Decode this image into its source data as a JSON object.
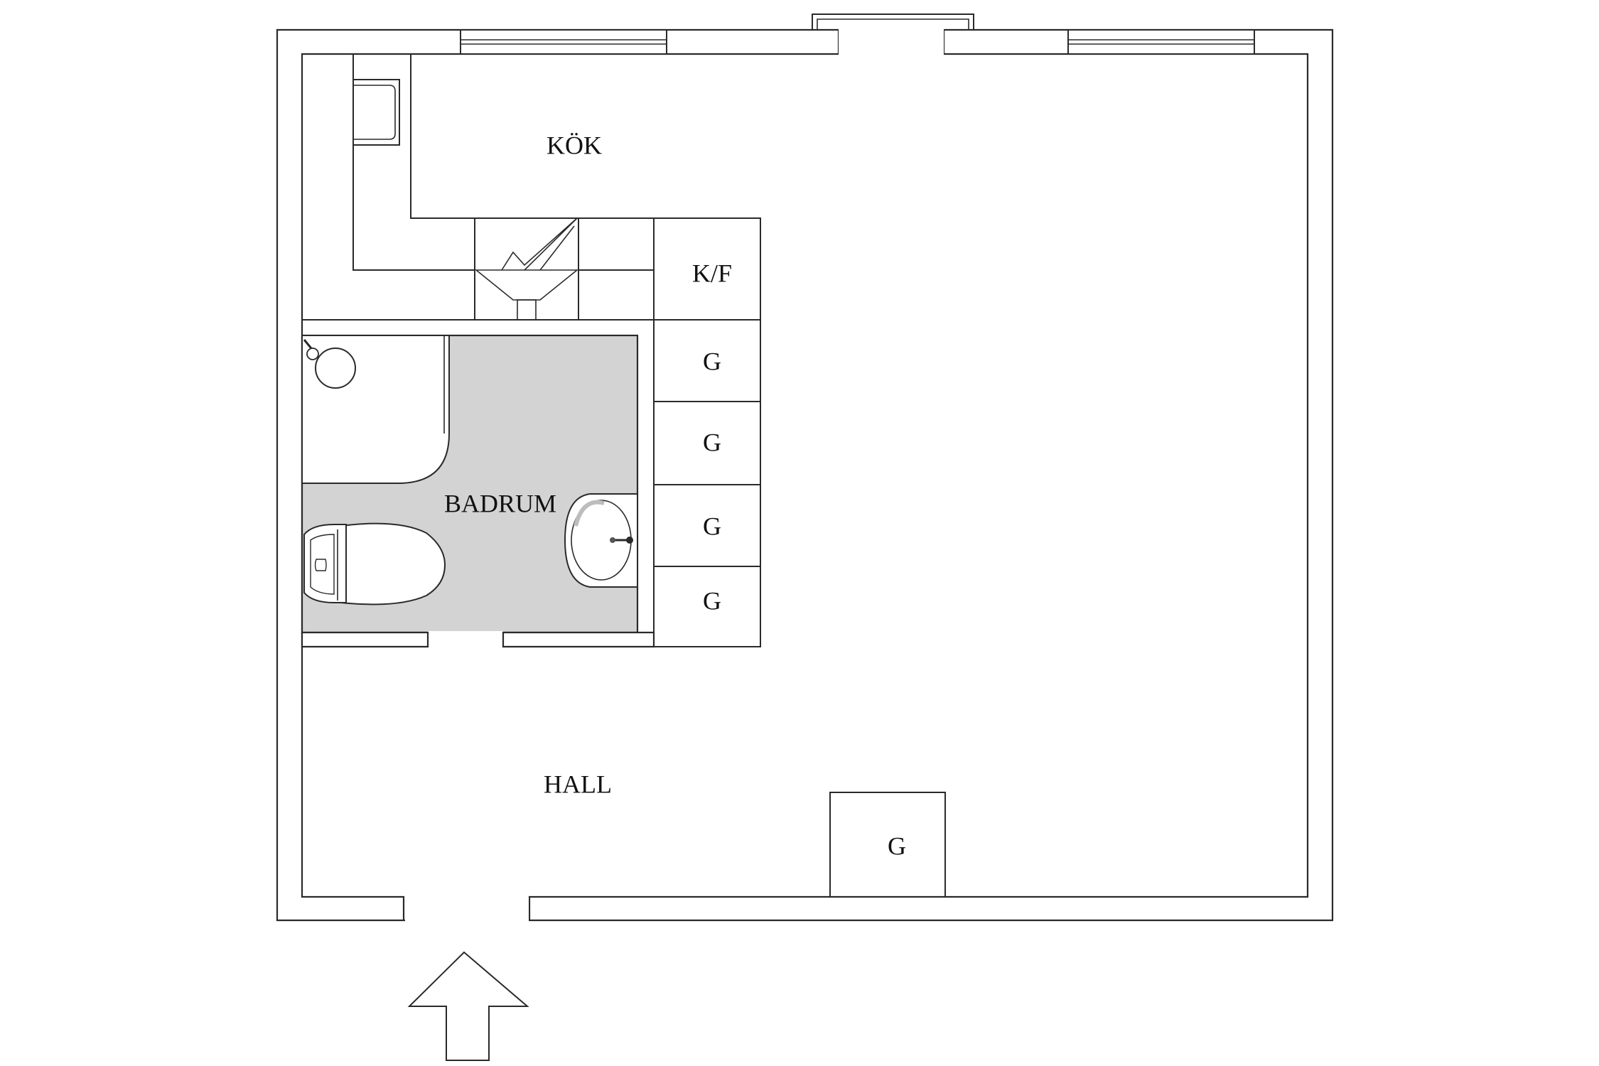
{
  "rooms": {
    "kitchen": "KÖK",
    "bathroom": "BADRUM",
    "hall": "HALL"
  },
  "fixtures": {
    "fridge_freezer": "K/F",
    "closet_1": "G",
    "closet_2": "G",
    "closet_3": "G",
    "closet_4": "G",
    "closet_hall": "G"
  },
  "colors": {
    "bathroom_floor": "#d3d3d3",
    "wall_line": "#2a2a2a",
    "background": "#ffffff"
  },
  "icons": {
    "entrance": "entrance-arrow-icon",
    "kitchen_sink": "sink-icon",
    "stove": "stove-icon",
    "toilet": "toilet-icon",
    "wash_basin": "wash-basin-icon",
    "shower": "shower-icon"
  }
}
